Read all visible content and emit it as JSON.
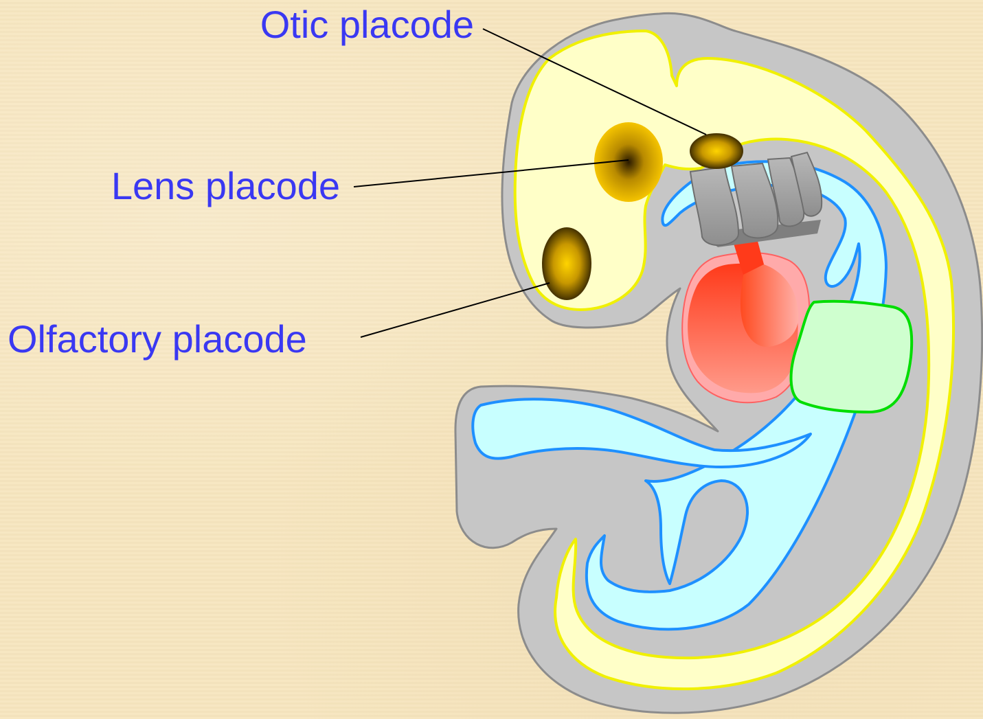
{
  "labels": {
    "otic": "Otic placode",
    "lens": "Lens placode",
    "olfactory": "Olfactory placode"
  },
  "colors": {
    "background": "#f7e6bf",
    "label_text": "#3a38f2",
    "ectoderm_gray": "#c6c6c6",
    "neural_yellow_fill": "#ffffc8",
    "neural_yellow_stroke": "#f0f000",
    "endoderm_cyan_fill": "#c8ffff",
    "endoderm_blue_stroke": "#1e90ff",
    "heart_red": "#ff4a2a",
    "heart_pink": "#ffaaaa",
    "liver_green_fill": "#cfffcf",
    "liver_green_stroke": "#00dd00",
    "placode_gold": "#f5c400",
    "placode_dark": "#6a5200",
    "arch_gray": "#a9a9a9"
  }
}
